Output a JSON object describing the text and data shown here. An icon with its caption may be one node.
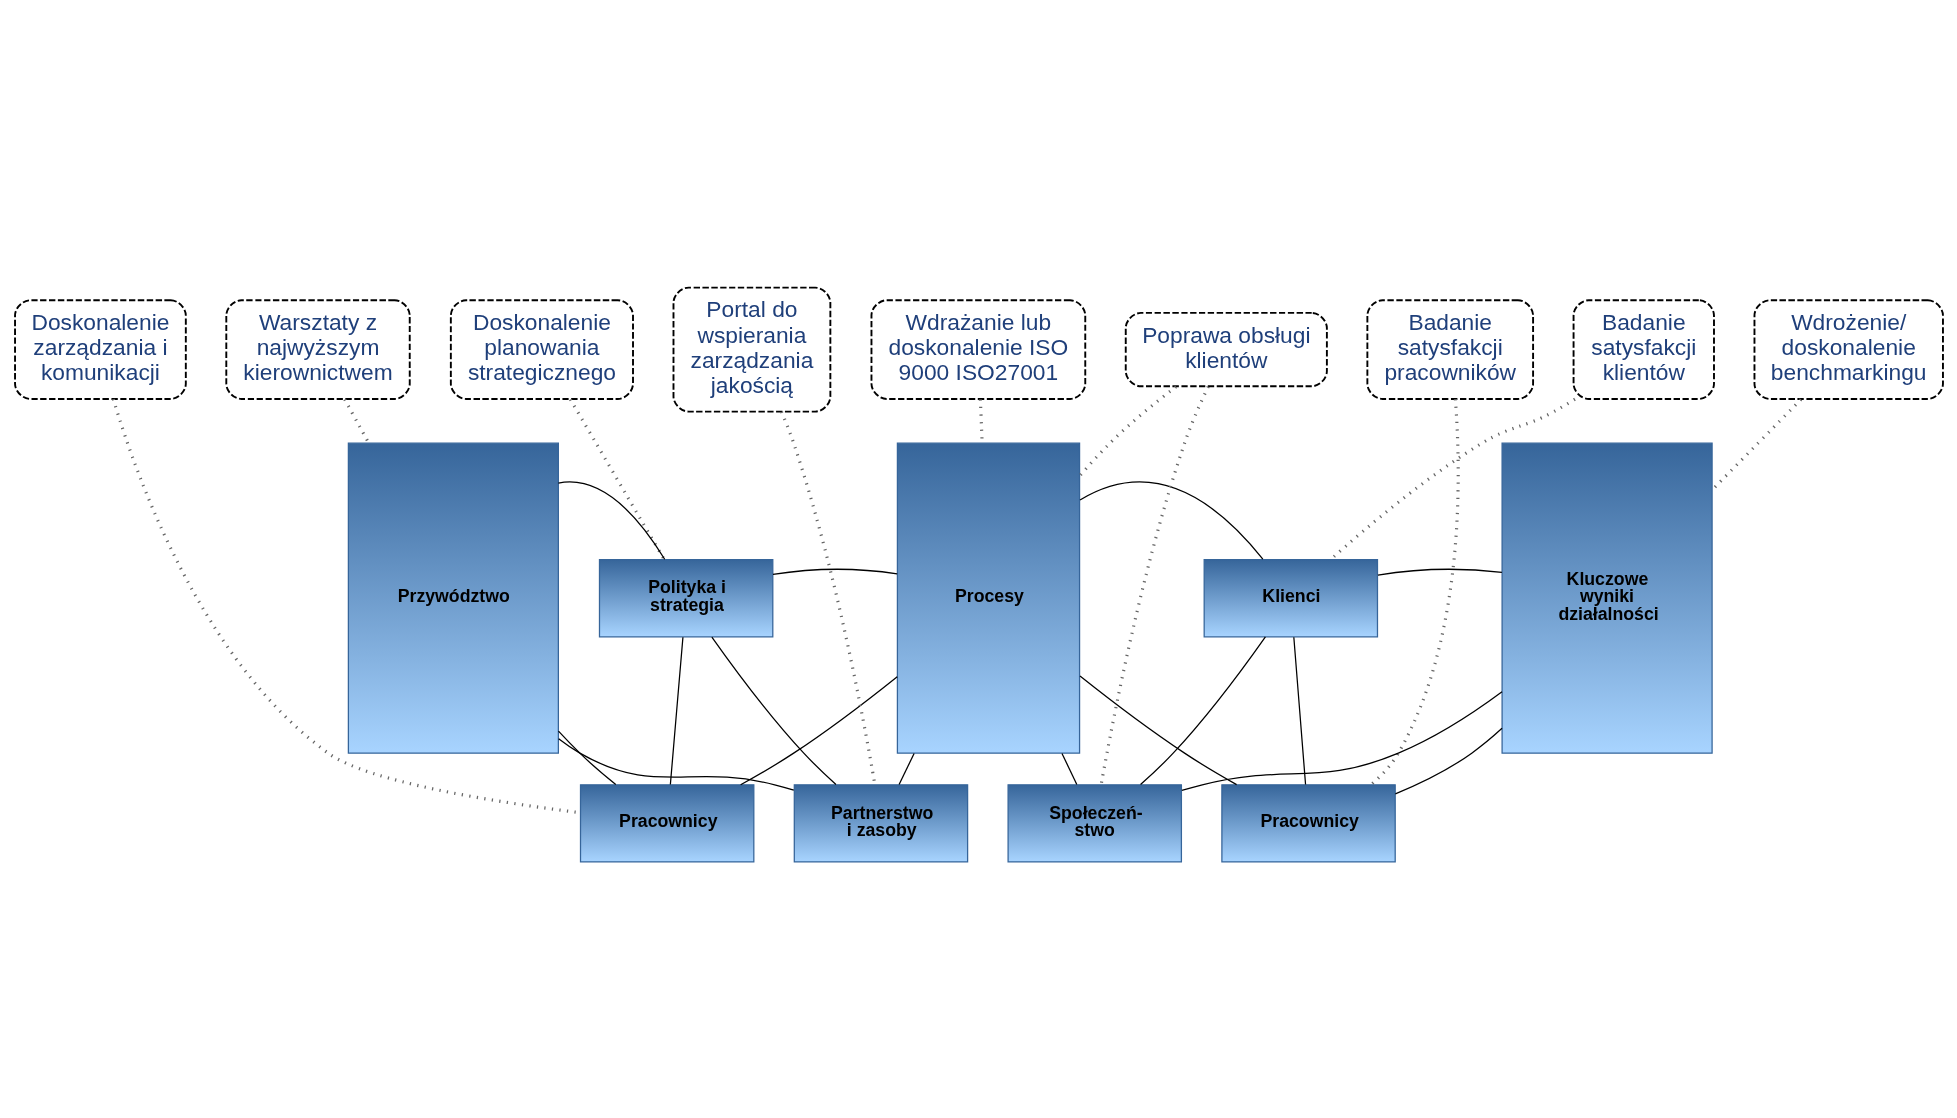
{
  "diagram": {
    "nodes": [
      {
        "text": [
          "Doskonalenie zarządzania i komunikacji"
        ]
      },
      {
        "text": [
          "Doskonalenie planowania strategicznego"
        ]
      },
      {
        "text": [
          "Wdrażanie lub doskonalenie ISO 9000 ISO27001"
        ]
      },
      {
        "text": [
          "Badanie satysfakcji pracowników"
        ]
      },
      {
        "text": [
          "Badanie satysfakcji klientów"
        ]
      },
      {
        "text": [
          "Przywództwo"
        ]
      },
      {
        "text": [
          "Pracownicy"
        ]
      },
      {
        "text": [
          "Polityka i strategia"
        ]
      },
      {
        "text": [
          "Partnerstwo i zasoby"
        ]
      },
      {
        "text": [
          "Procesy"
        ]
      },
      {
        "text": [
          "Pracownicy"
        ]
      },
      {
        "text": [
          "Klienci"
        ]
      },
      {
        "text": [
          "Społeczeń- stwo"
        ]
      },
      {
        "text": [
          "Kluczowe wyniki działalności"
        ]
      },
      {
        "text": [
          "Warsztaty z najwyższym kierownictwem"
        ]
      },
      {
        "text": [
          "Portal do wspierania zarządzania jakością"
        ]
      },
      {
        "text": [
          "Poprawa obsługi klientów"
        ]
      },
      {
        "text": [
          "Wdrożenie/ doskonalenie benchmarkingu"
        ]
      }
    ],
    "edges": [
      {
        "from": 5,
        "to": 6,
        "arrow": "none"
      },
      {
        "from": 5,
        "to": 7,
        "arrow": "none"
      },
      {
        "from": 5,
        "to": 8,
        "arrow": "none"
      },
      {
        "from": 6,
        "to": 7,
        "arrow": "none"
      },
      {
        "from": 7,
        "to": 8,
        "arrow": "none"
      },
      {
        "from": 6,
        "to": 9,
        "arrow": "none"
      },
      {
        "from": 7,
        "to": 9,
        "arrow": "none"
      },
      {
        "from": 8,
        "to": 9,
        "arrow": "none"
      },
      {
        "from": 9,
        "to": 10,
        "arrow": "none"
      },
      {
        "from": 9,
        "to": 11,
        "arrow": "none"
      },
      {
        "from": 9,
        "to": 12,
        "arrow": "none"
      },
      {
        "from": 10,
        "to": 11,
        "arrow": "none"
      },
      {
        "from": 11,
        "to": 12,
        "arrow": "none"
      },
      {
        "from": 10,
        "to": 13,
        "arrow": "none"
      },
      {
        "from": 11,
        "to": 13,
        "arrow": "none"
      },
      {
        "from": 12,
        "to": 13,
        "arrow": "none"
      },
      {
        "from": 0,
        "to": 6,
        "arrow": "none",
        "style": "dashed",
        "color": "#666666"
      },
      {
        "from": 1,
        "to": 7,
        "arrow": "none",
        "style": "dashed",
        "color": "#666666"
      },
      {
        "from": 2,
        "to": 9,
        "arrow": "none",
        "style": "dashed",
        "color": "#666666"
      },
      {
        "from": 3,
        "to": 10,
        "arrow": "none",
        "style": "dashed",
        "color": "#666666"
      },
      {
        "from": 4,
        "to": 11,
        "arrow": "none",
        "style": "dashed",
        "color": "#666666"
      },
      {
        "from": 14,
        "to": 5,
        "arrow": "none",
        "style": "dashed",
        "color": "#666666"
      },
      {
        "from": 15,
        "to": 8,
        "arrow": "none",
        "style": "dashed",
        "color": "#666666"
      },
      {
        "from": 16,
        "to": 9,
        "arrow": "none",
        "style": "dashed",
        "color": "#666666"
      },
      {
        "from": 16,
        "to": 12,
        "arrow": "none",
        "style": "dashed",
        "color": "#666666"
      },
      {
        "from": 17,
        "to": 13,
        "arrow": "none",
        "style": "dashed",
        "color": "#666666"
      }
    ]
  }
}
